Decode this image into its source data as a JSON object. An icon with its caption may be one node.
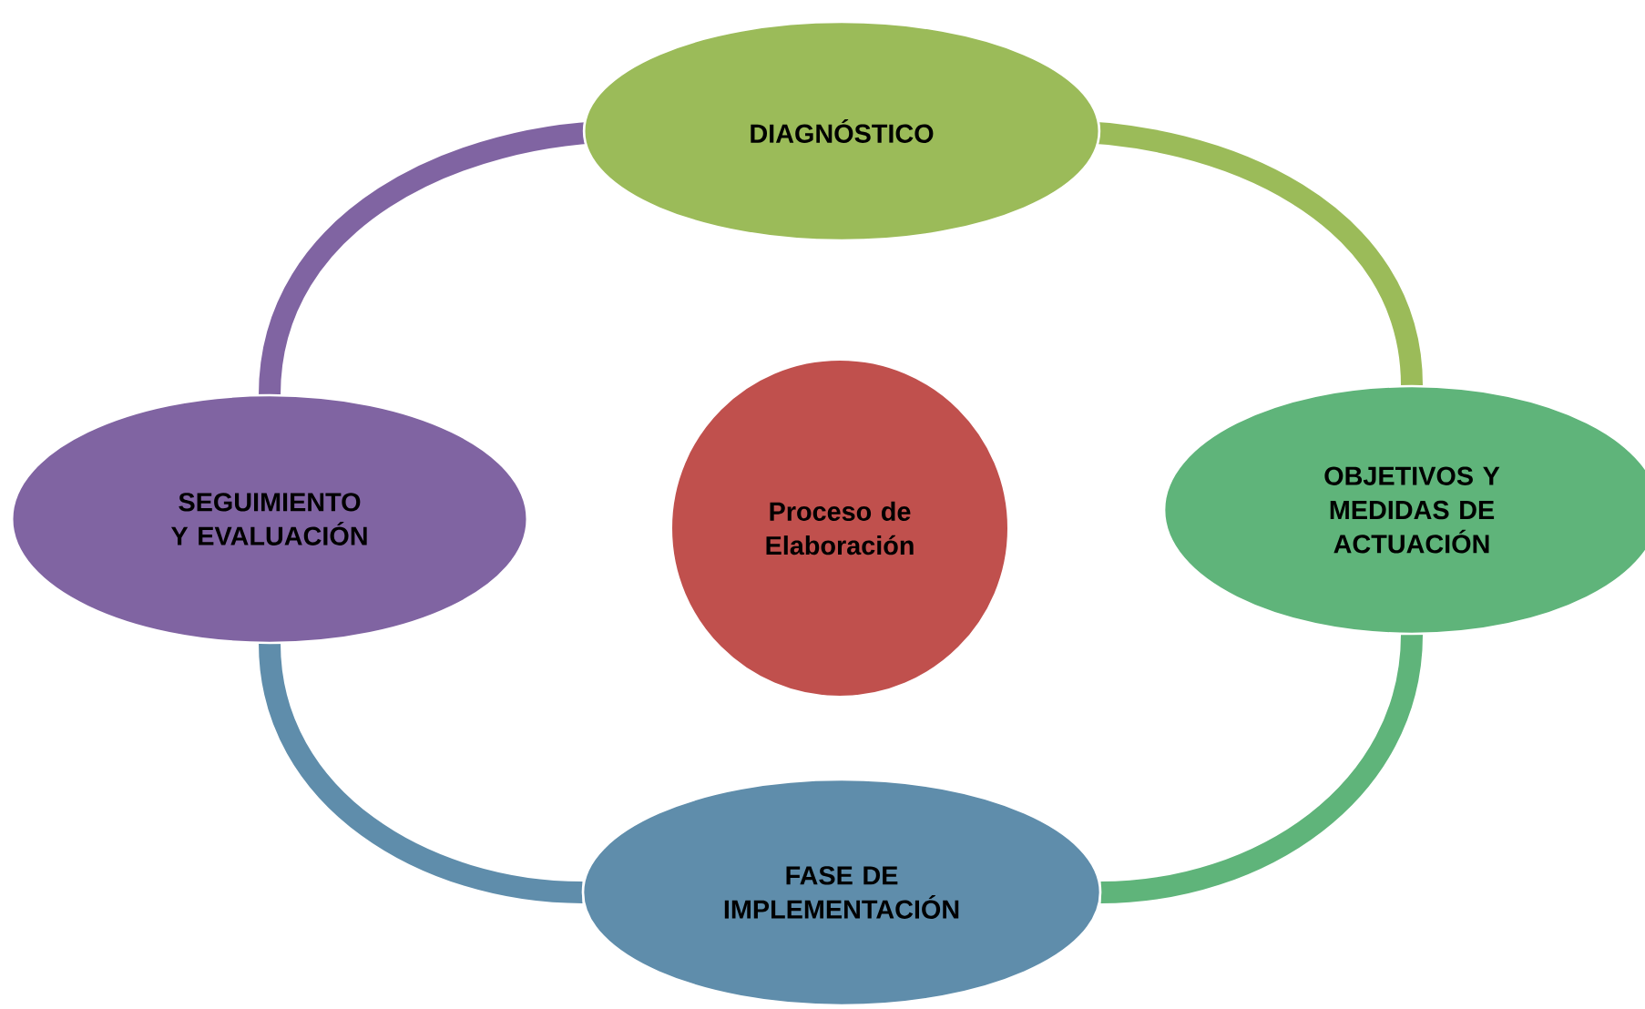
{
  "diagram": {
    "nodes": [
      {
        "text": [
          "Proceso de Elaboración"
        ]
      },
      {
        "text": [
          "DIAGNÓSTICO"
        ]
      },
      {
        "text": [
          "OBJETIVOS Y MEDIDAS DE ACTUACIÓN"
        ]
      },
      {
        "text": [
          "FASE DE IMPLEMENTACIÓN"
        ]
      },
      {
        "text": [
          "SEGUIMIENTO Y EVALUACIÓN"
        ]
      }
    ],
    "edges": [
      {
        "from": 1,
        "to": 2,
        "arrow": "none",
        "color": "#9bbb59"
      },
      {
        "from": 2,
        "to": 3,
        "arrow": "none",
        "color": "#5fb47a"
      },
      {
        "from": 3,
        "to": 4,
        "arrow": "none",
        "color": "#5f8dab"
      },
      {
        "from": 4,
        "to": 1,
        "arrow": "none",
        "color": "#8064a2"
      }
    ]
  }
}
